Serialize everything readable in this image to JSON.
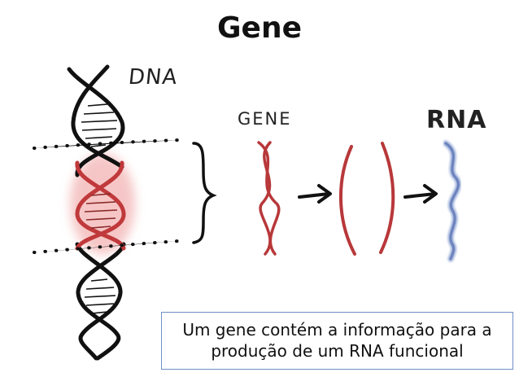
{
  "title": "Gene",
  "labels": {
    "dna": "DNA",
    "gene": "GENE",
    "rna": "RNA"
  },
  "caption": {
    "line1": "Um gene contém a informação para a",
    "line2": "produção de um RNA funcional"
  },
  "colors": {
    "dna_strand": "#111111",
    "gene_highlight": "#c0393b",
    "gene_glow": "#f3b4b4",
    "rna_strand": "#7e93c6",
    "caption_border": "#6f8fc6"
  }
}
